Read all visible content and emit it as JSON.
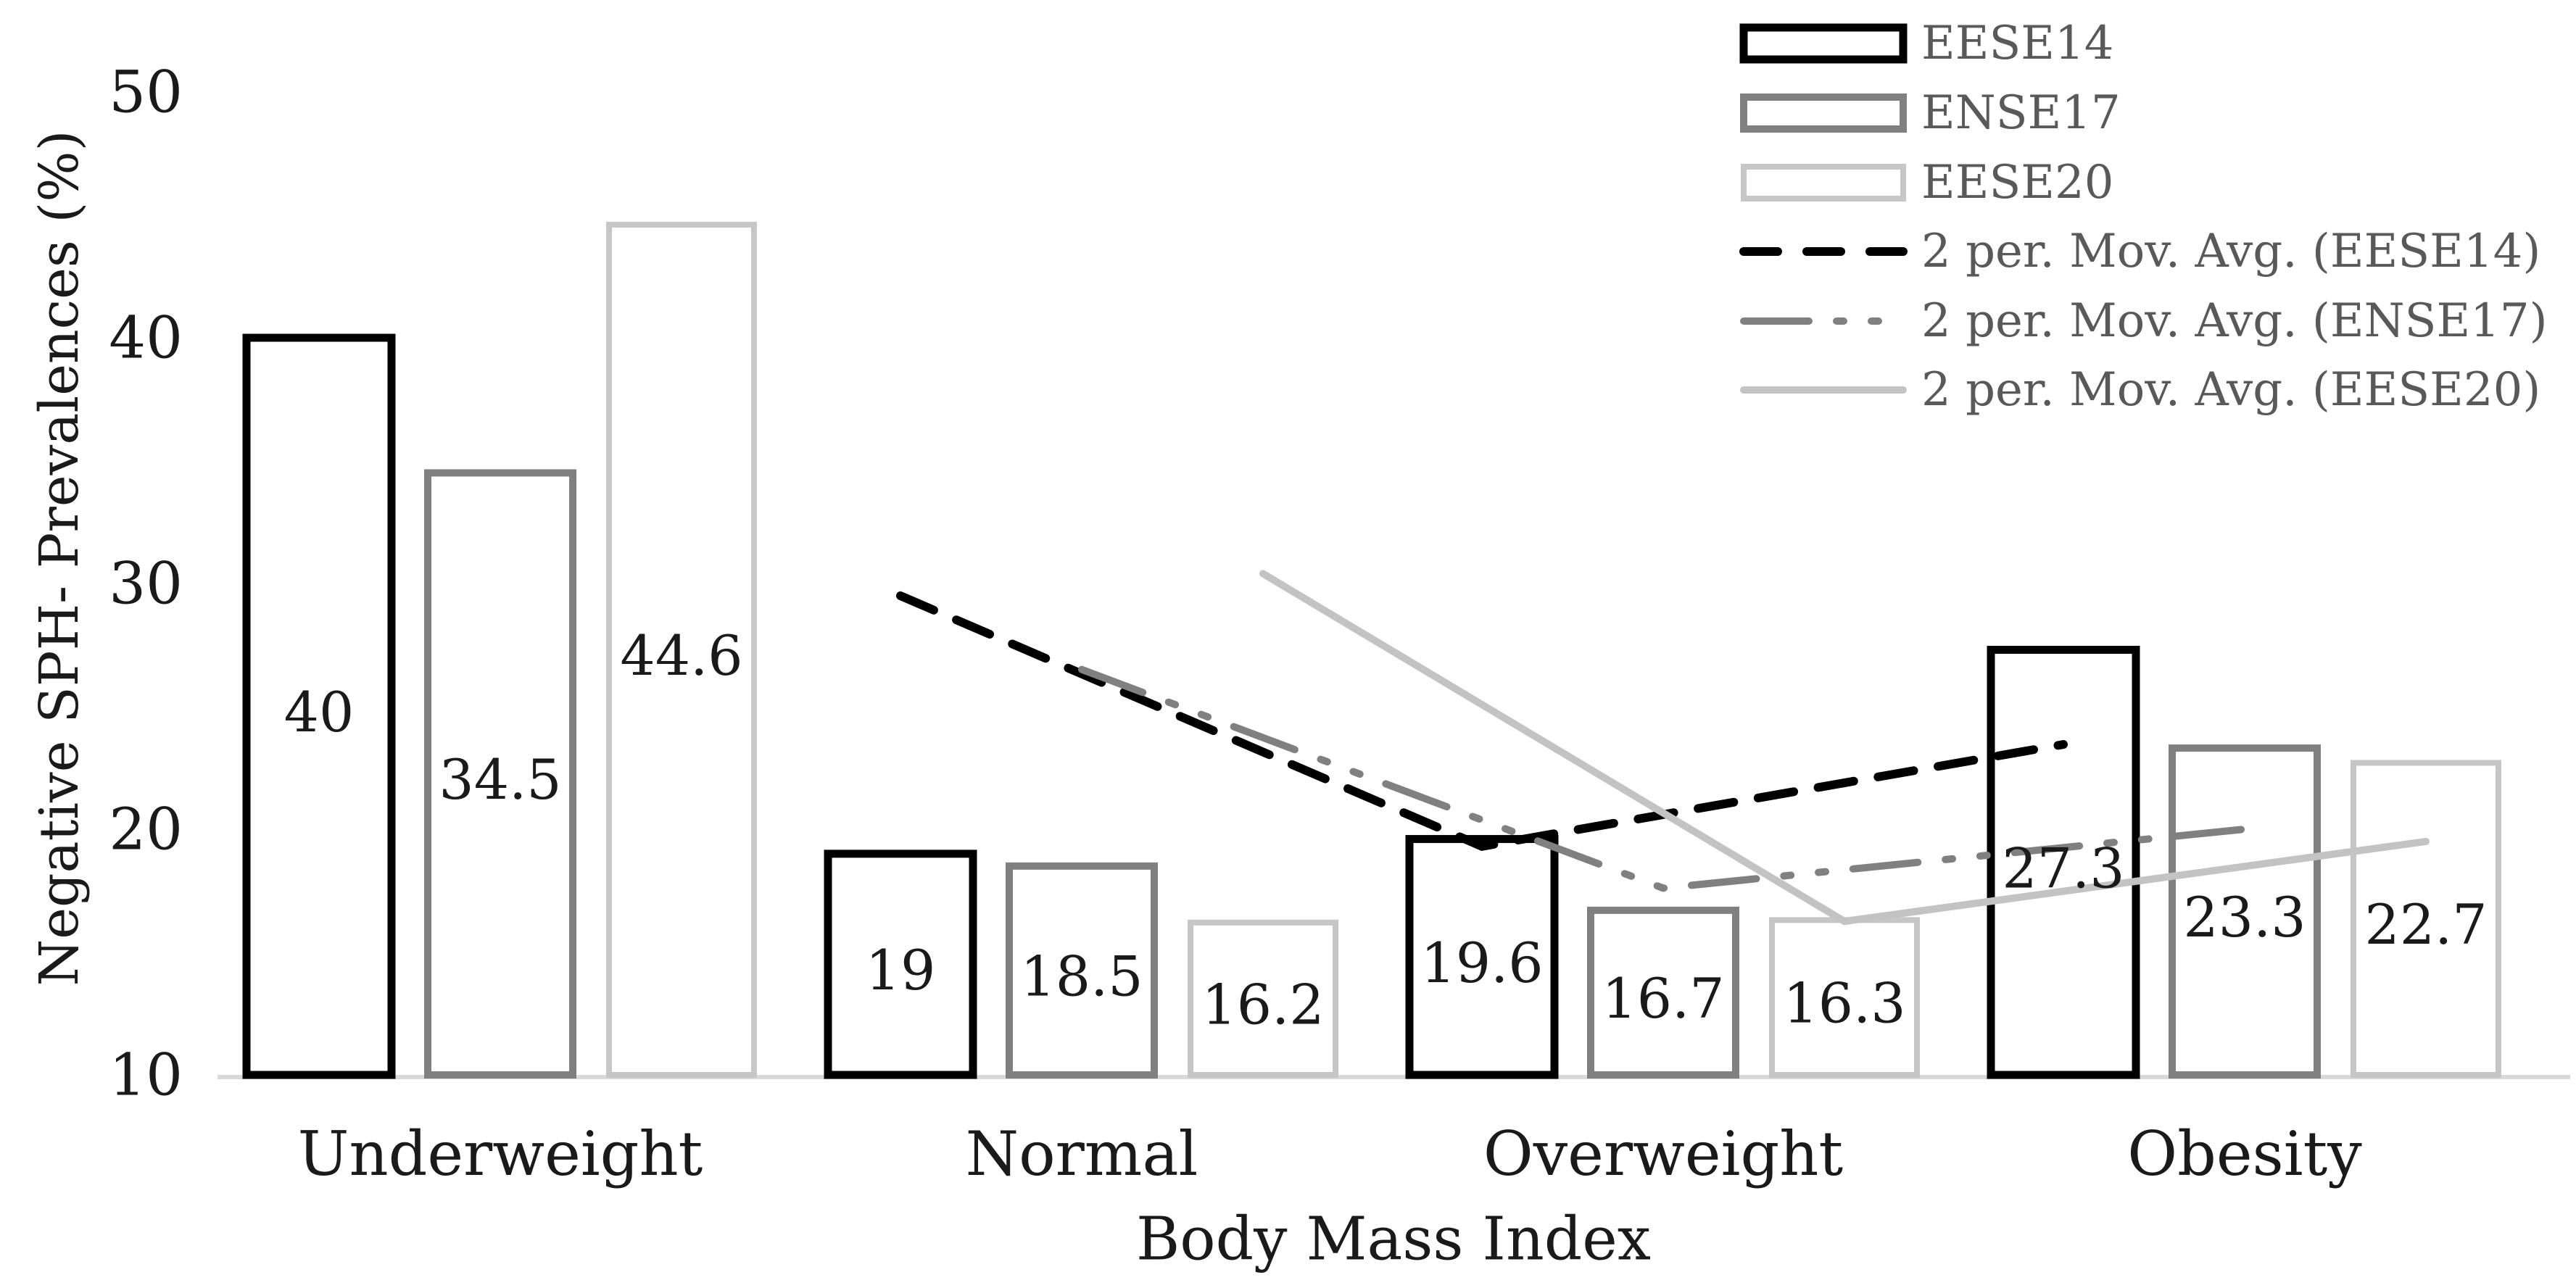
{
  "figure": {
    "background": "#ffffff",
    "baseline_color": "#d9d9d9",
    "text_color": "#1a1a1a",
    "legend_text_color": "#595959"
  },
  "chart_data": {
    "type": "bar",
    "title": "",
    "xlabel": "Body Mass Index",
    "ylabel": "Negative SPH- Prevalences (%)",
    "ylim": [
      10,
      50
    ],
    "yticks": [
      10,
      20,
      30,
      40,
      50
    ],
    "grid": false,
    "legend_position": "top-right",
    "categories": [
      "Underweight",
      "Normal",
      "Overweight",
      "Obesity"
    ],
    "series": [
      {
        "name": "EESE14",
        "values": [
          40,
          19,
          19.6,
          27.3
        ],
        "labels": [
          "40",
          "19",
          "19.6",
          "27.3"
        ],
        "color": "#000000",
        "fill": "#ffffff",
        "stroke_width": 11
      },
      {
        "name": "ENSE17",
        "values": [
          34.5,
          18.5,
          16.7,
          23.3
        ],
        "labels": [
          "34.5",
          "18.5",
          "16.7",
          "23.3"
        ],
        "color": "#808080",
        "fill": "#ffffff",
        "stroke_width": 10
      },
      {
        "name": "EESE20",
        "values": [
          44.6,
          16.2,
          16.3,
          22.7
        ],
        "labels": [
          "44.6",
          "16.2",
          "16.3",
          "22.7"
        ],
        "color": "#c6c6c6",
        "fill": "#ffffff",
        "stroke_width": 8
      }
    ],
    "trendlines": [
      {
        "name": "2 per. Mov. Avg. (EESE14)",
        "series": "EESE14",
        "window": 2,
        "at_categories": [
          "Normal",
          "Overweight",
          "Obesity"
        ],
        "values": [
          29.5,
          19.3,
          23.45
        ],
        "color": "#000000",
        "dash": "50 34",
        "width": 12,
        "legend_dash": "47 40"
      },
      {
        "name": "2 per. Mov. Avg. (ENSE17)",
        "series": "ENSE17",
        "window": 2,
        "at_categories": [
          "Normal",
          "Overweight",
          "Obesity"
        ],
        "values": [
          26.5,
          17.6,
          20.0
        ],
        "color": "#808080",
        "dash": "90 38 10 38 10 38",
        "width": 10,
        "legend_dash": "90 38 10 38 10 38"
      },
      {
        "name": "2 per. Mov. Avg. (EESE20)",
        "series": "EESE20",
        "window": 2,
        "at_categories": [
          "Normal",
          "Overweight",
          "Obesity"
        ],
        "values": [
          30.4,
          16.25,
          19.5
        ],
        "color": "#c3c3c3",
        "dash": "",
        "width": 10,
        "legend_dash": ""
      }
    ],
    "legend_items": [
      {
        "label": "EESE14",
        "swatch": "bar-outline"
      },
      {
        "label": "ENSE17",
        "swatch": "bar-outline"
      },
      {
        "label": "EESE20",
        "swatch": "bar-outline"
      },
      {
        "label": "2 per. Mov. Avg. (EESE14)",
        "swatch": "line-dashed"
      },
      {
        "label": "2 per. Mov. Avg. (ENSE17)",
        "swatch": "line-dash-dot-dot"
      },
      {
        "label": "2 per. Mov. Avg. (EESE20)",
        "swatch": "line-solid"
      }
    ]
  }
}
